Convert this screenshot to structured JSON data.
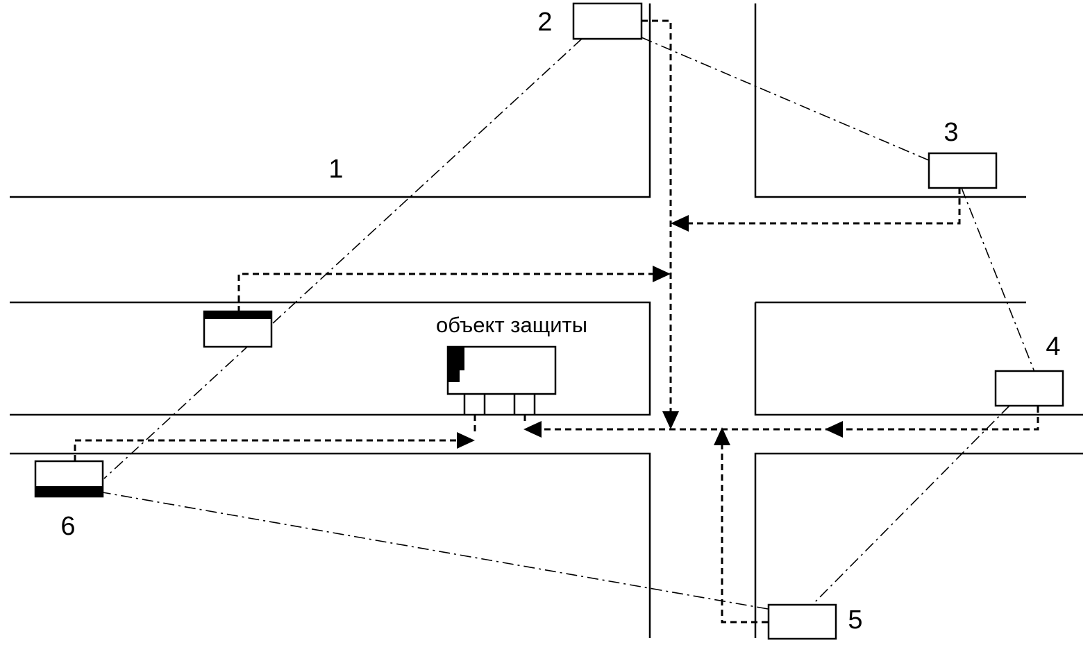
{
  "diagram": {
    "region_label": "1",
    "object_label": "объект защиты",
    "cameras": [
      {
        "id": "2"
      },
      {
        "id": "3"
      },
      {
        "id": "4"
      },
      {
        "id": "5"
      },
      {
        "id": "6"
      }
    ]
  }
}
